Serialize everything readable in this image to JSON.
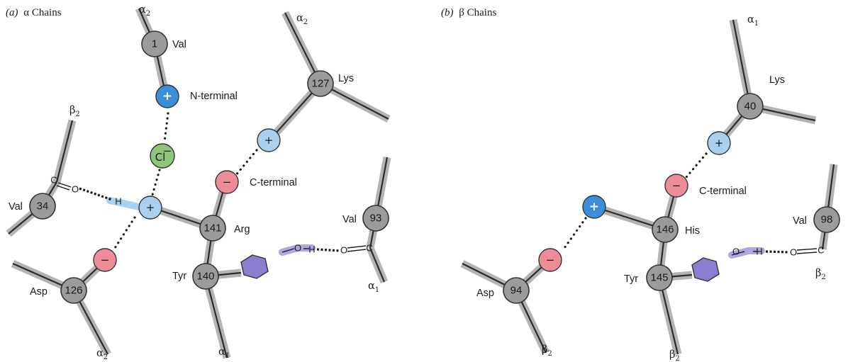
{
  "panels": {
    "a": {
      "title_prefix": "(a)",
      "title_text": "α Chains",
      "residues": {
        "val1": {
          "num": "1",
          "name": "Val",
          "chain": "α2"
        },
        "lys127": {
          "num": "127",
          "name": "Lys",
          "chain": "α2"
        },
        "val34": {
          "num": "34",
          "name": "Val",
          "chain": "β2"
        },
        "arg141": {
          "num": "141",
          "name": "Arg"
        },
        "tyr140": {
          "num": "140",
          "name": "Tyr",
          "chain": "α1"
        },
        "val93": {
          "num": "93",
          "name": "Val",
          "chain": "α1"
        },
        "asp126": {
          "num": "126",
          "name": "Asp",
          "chain": "α2"
        }
      },
      "labels": {
        "n_terminal": "N-terminal",
        "c_terminal": "C-terminal",
        "chloride": "Cl",
        "chloride_charge": "−"
      },
      "chain_labels": {
        "top_val1": {
          "base": "α",
          "sub": "2"
        },
        "top_lys": {
          "base": "α",
          "sub": "2"
        },
        "left_val34": {
          "base": "β",
          "sub": "2"
        },
        "bottom_asp": {
          "base": "α",
          "sub": "2"
        },
        "bottom_tyr": {
          "base": "α",
          "sub": "1"
        },
        "right_val93": {
          "base": "α",
          "sub": "1"
        }
      }
    },
    "b": {
      "title_prefix": "(b)",
      "title_text": "β Chains",
      "residues": {
        "lys40": {
          "num": "40",
          "name": "Lys"
        },
        "his146": {
          "num": "146",
          "name": "His"
        },
        "tyr145": {
          "num": "145",
          "name": "Tyr"
        },
        "asp94": {
          "num": "94",
          "name": "Asp"
        },
        "val98": {
          "num": "98",
          "name": "Val"
        }
      },
      "labels": {
        "c_terminal": "C-terminal"
      },
      "chain_labels": {
        "top_lys": {
          "base": "α",
          "sub": "1"
        },
        "bottom_asp": {
          "base": "β",
          "sub": "2"
        },
        "bottom_tyr": {
          "base": "β",
          "sub": "2"
        },
        "right_val98": {
          "base": "β",
          "sub": "2"
        }
      }
    }
  },
  "atoms": {
    "carbon": "C",
    "oxygen": "O",
    "hydrogen": "H",
    "plus": "+",
    "minus": "−"
  },
  "colors": {
    "residue": "#9b9b9b",
    "positive_strong": "#3a8fd8",
    "positive_light": "#a9d0ee",
    "negative": "#ee8d98",
    "chloride": "#8fc57a",
    "tyrosine_ring": "#8a7fcf",
    "bond_halo": "#b3b3b3"
  }
}
